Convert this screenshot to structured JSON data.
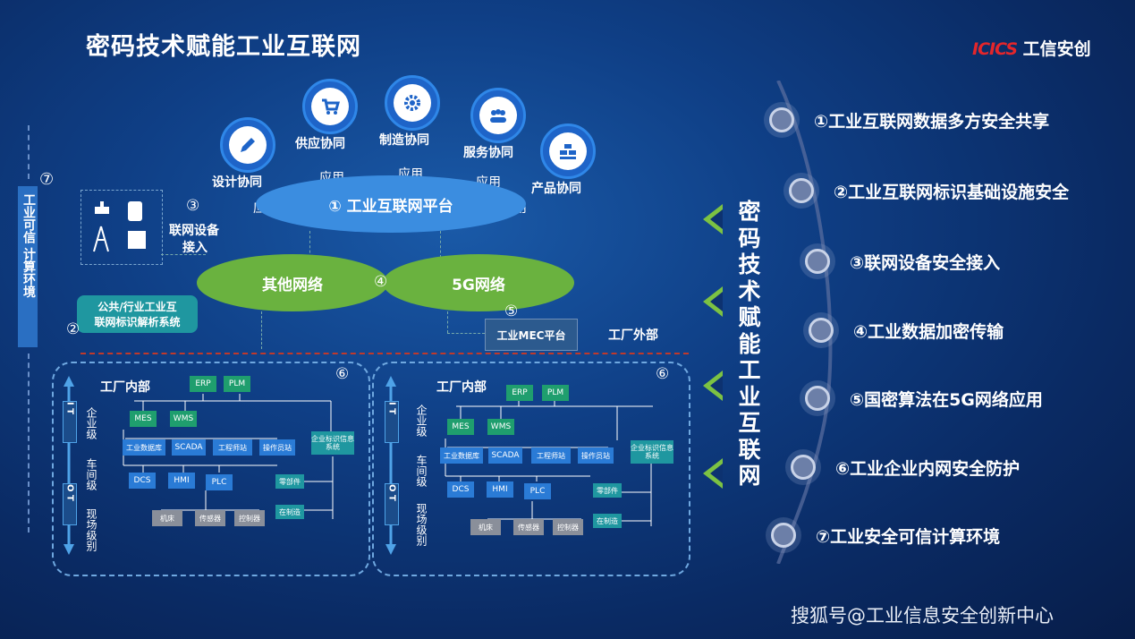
{
  "title": "密码技术赋能工业互联网",
  "logo": {
    "mark": "ICICS",
    "text": "工信安创"
  },
  "watermark": "搜狐号@工业信息安全创新中心",
  "collab": {
    "design": "设计协同",
    "supply": "供应协同",
    "manufacture": "制造协同",
    "service": "服务协同",
    "product": "产品协同"
  },
  "app_label": "应用",
  "platform": "① 工业互联网平台",
  "other_network": "其他网络",
  "network_5g": "5G网络",
  "device_access": {
    "num": "③",
    "text1": "联网设备",
    "text2": "接入"
  },
  "marker_4": "④",
  "marker_5": "⑤",
  "marker_6": "⑥",
  "marker_7": "⑦",
  "marker_2": "②",
  "identifier_box": {
    "line1": "公共/行业工业互",
    "line2": "联网标识解析系统"
  },
  "mec": "工业MEC平台",
  "factory_outside": "工厂外部",
  "factory_inside": "工厂内部",
  "left_vertical": "工业可信 计算环境",
  "levels": {
    "it": "I T",
    "ot": "O T",
    "enterprise": "企业级",
    "workshop": "车间级",
    "field": "现场级别"
  },
  "nodes": {
    "erp": "ERP",
    "plm": "PLM",
    "mes": "MES",
    "wms": "WMS",
    "db": "工业数据库",
    "scada": "SCADA",
    "eng": "工程师站",
    "op": "操作员站",
    "dcs": "DCS",
    "hmi": "HMI",
    "plc": "PLC",
    "machine": "机床",
    "sensor": "传感器",
    "controller": "控制器",
    "id_sys": "企业标识信息系统",
    "parts": "零部件",
    "wip": "在制造"
  },
  "vertical_banner": "密码技术赋能工业互联网",
  "right_items": [
    "①工业互联网数据多方安全共享",
    "②工业互联网标识基础设施安全",
    "③联网设备安全接入",
    "④工业数据加密传输",
    "⑤国密算法在5G网络应用",
    "⑥工业企业内网安全防护",
    "⑦工业安全可信计算环境"
  ],
  "colors": {
    "accent_green": "#7cc243",
    "platform_blue": "#3b8de0",
    "bg": "#0d3270"
  }
}
